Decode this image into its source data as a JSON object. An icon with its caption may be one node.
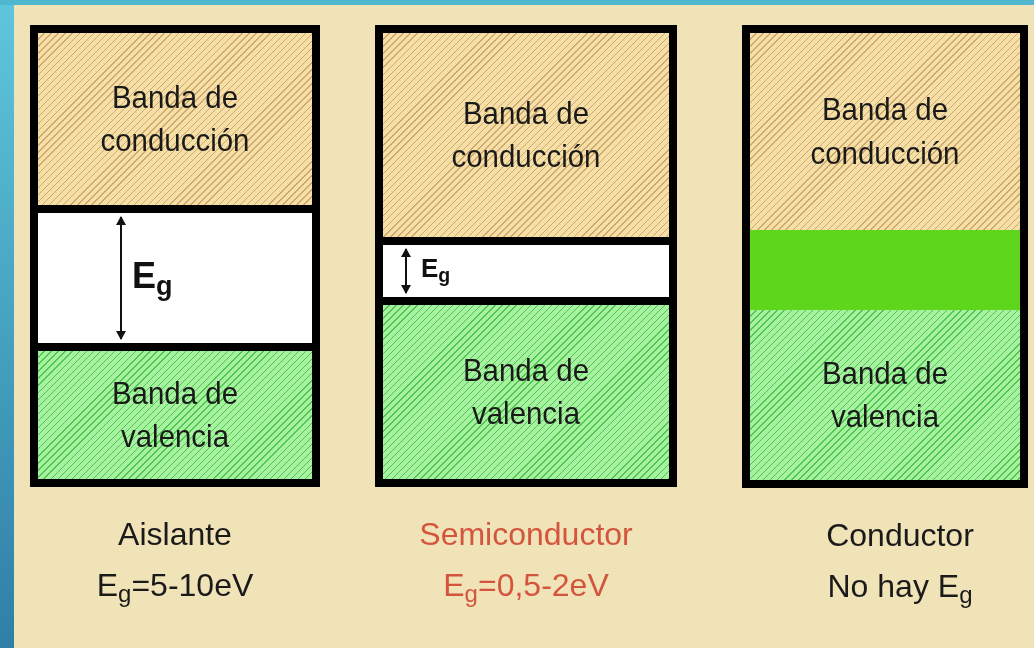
{
  "diagram": {
    "nodes": [
      {
        "text": [],
        "shape": "box",
        "beside": [
          "Aislante",
          "E$_{g}$=5-10eV"
        ]
      },
      {
        "text": [
          "Banda de conducción"
        ],
        "in": 0
      },
      {
        "text": [
          "E$_{g}$"
        ],
        "in": 0
      },
      {
        "text": [
          "Banda de valencia"
        ],
        "in": 0
      },
      {
        "text": [],
        "shape": "box",
        "beside": [
          "Semiconductor",
          "E$_{g}$=0,5-2eV"
        ]
      },
      {
        "text": [
          "Banda de conducción"
        ],
        "in": 4
      },
      {
        "text": [
          "E$_{g}$"
        ],
        "in": 4
      },
      {
        "text": [
          "Banda de valencia"
        ],
        "in": 4
      },
      {
        "text": [],
        "shape": "box",
        "beside": [
          "Conductor",
          "No hay E$_{g}$"
        ]
      },
      {
        "text": [
          "Banda de conducción"
        ],
        "in": 8
      },
      {
        "text": [],
        "shape": "bar",
        "in": 8
      },
      {
        "text": [
          "Banda de valencia"
        ],
        "in": 8
      }
    ]
  }
}
